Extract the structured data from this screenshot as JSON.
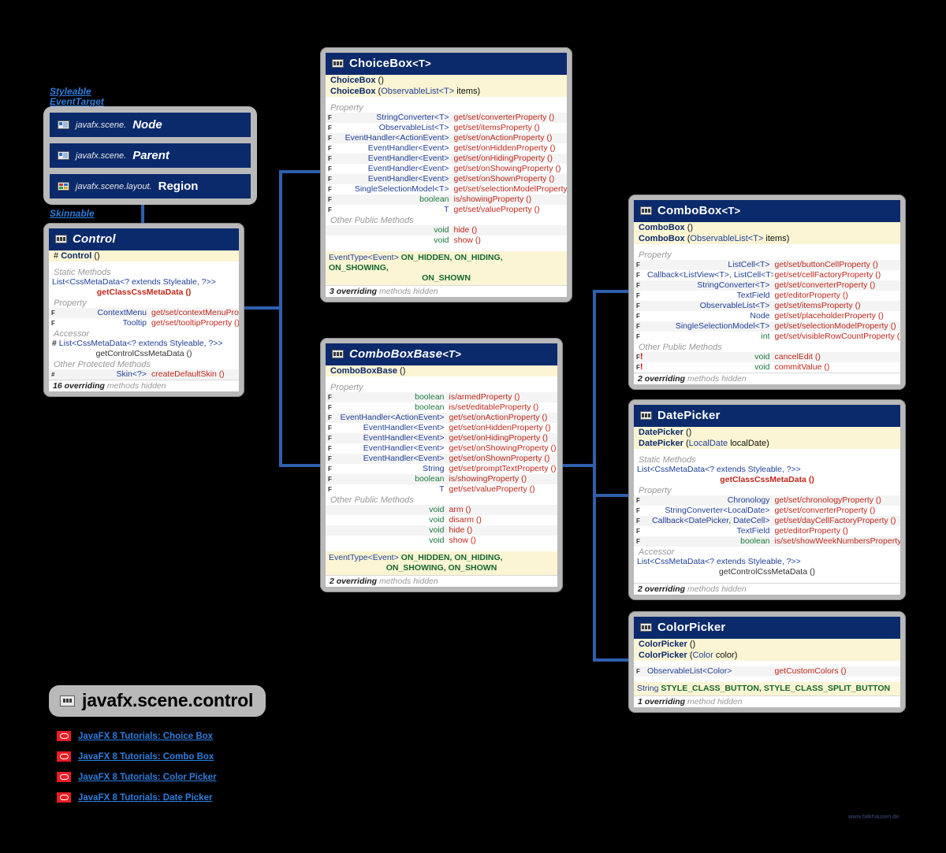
{
  "package": {
    "name": "javafx.scene.control",
    "icon": "class-icon"
  },
  "watermark": "www.falkhausen.de",
  "interfaces": [
    {
      "name": "Styleable",
      "line2": "EventTarget"
    },
    {
      "name": "Skinnable"
    }
  ],
  "inheritance_stack": [
    {
      "package": "javafx.scene.",
      "class": "Node",
      "icon": "node-icon",
      "abstract": true
    },
    {
      "package": "javafx.scene.",
      "class": "Parent",
      "icon": "node-icon",
      "abstract": true
    },
    {
      "package": "javafx.scene.layout.",
      "class": "Region",
      "icon": "region-icon",
      "abstract": false
    }
  ],
  "classes": {
    "control": {
      "title": "Control",
      "generic": "",
      "abstract": true,
      "icon": "class-icon",
      "constructors": [
        {
          "marker": "#",
          "name": "Control",
          "params": "()"
        }
      ],
      "sections": [
        {
          "label": "Static Methods",
          "type": "full",
          "rows": [
            {
              "text": "List<CssMetaData<? extends Styleable, ?>>",
              "indented": "getClassCssMetaData ()",
              "bold": true
            }
          ]
        },
        {
          "label": "Property",
          "type": "members",
          "rows": [
            {
              "mark": "F",
              "type": "ContextMenu",
              "name": "get/set/contextMenuProperty ()"
            },
            {
              "mark": "F",
              "type": "Tooltip",
              "name": "get/set/tooltipProperty ()"
            }
          ]
        },
        {
          "label": "Accessor",
          "type": "full",
          "rows": [
            {
              "hash": "#",
              "text": "List<CssMetaData<? extends Styleable, ?>>",
              "indented": "getControlCssMetaData ()",
              "bold": false
            }
          ]
        },
        {
          "label": "Other Protected Methods",
          "type": "members",
          "rows": [
            {
              "mark": "#",
              "type": "Skin<?>",
              "name": "createDefaultSkin ()"
            }
          ]
        }
      ],
      "footer_count": "16 overriding",
      "footer_text": "methods hidden"
    },
    "choicebox": {
      "title": "ChoiceBox",
      "generic": "<T>",
      "abstract": false,
      "icon": "class-icon",
      "constructors": [
        {
          "name": "ChoiceBox",
          "params": "()"
        },
        {
          "name": "ChoiceBox",
          "params_type": "ObservableList<T>",
          "params_name": "items"
        }
      ],
      "sections": [
        {
          "label": "Property",
          "type": "members",
          "rows": [
            {
              "mark": "F",
              "type": "StringConverter<T>",
              "name": "get/set/converterProperty ()"
            },
            {
              "mark": "F",
              "type": "ObservableList<T>",
              "name": "get/set/itemsProperty ()"
            },
            {
              "mark": "F",
              "type": "EventHandler<ActionEvent>",
              "name": "get/set/onActionProperty ()"
            },
            {
              "mark": "F",
              "type": "EventHandler<Event>",
              "name": "get/set/onHiddenProperty ()"
            },
            {
              "mark": "F",
              "type": "EventHandler<Event>",
              "name": "get/set/onHidingProperty ()"
            },
            {
              "mark": "F",
              "type": "EventHandler<Event>",
              "name": "get/set/onShowingProperty ()"
            },
            {
              "mark": "F",
              "type": "EventHandler<Event>",
              "name": "get/set/onShownProperty ()"
            },
            {
              "mark": "F",
              "type": "SingleSelectionModel<T>",
              "name": "get/set/selectionModelProperty ()"
            },
            {
              "mark": "F",
              "type": "boolean",
              "prim": true,
              "name": "is/showingProperty ()"
            },
            {
              "mark": "F",
              "type": "T",
              "name": "get/set/valueProperty ()"
            }
          ]
        },
        {
          "label": "Other Public Methods",
          "type": "members",
          "rows": [
            {
              "mark": "",
              "type": "void",
              "prim": true,
              "name": "hide ()"
            },
            {
              "mark": "",
              "type": "void",
              "prim": true,
              "name": "show ()"
            }
          ]
        }
      ],
      "event_type": "EventType<Event>",
      "event_values_line1": "ON_HIDDEN, ON_HIDING, ON_SHOWING,",
      "event_values_line2": "ON_SHOWN",
      "footer_count": "3 overriding",
      "footer_text": "methods hidden"
    },
    "comboboxbase": {
      "title": "ComboBoxBase",
      "generic": "<T>",
      "abstract": true,
      "icon": "class-icon",
      "constructors": [
        {
          "name": "ComboBoxBase",
          "params": "()"
        }
      ],
      "sections": [
        {
          "label": "Property",
          "type": "members",
          "rows": [
            {
              "mark": "F",
              "type": "boolean",
              "prim": true,
              "name": "is/armedProperty ()"
            },
            {
              "mark": "F",
              "type": "boolean",
              "prim": true,
              "name": "is/set/editableProperty ()"
            },
            {
              "mark": "F",
              "type": "EventHandler<ActionEvent>",
              "name": "get/set/onActionProperty ()"
            },
            {
              "mark": "F",
              "type": "EventHandler<Event>",
              "name": "get/set/onHiddenProperty ()"
            },
            {
              "mark": "F",
              "type": "EventHandler<Event>",
              "name": "get/set/onHidingProperty ()"
            },
            {
              "mark": "F",
              "type": "EventHandler<Event>",
              "name": "get/set/onShowingProperty ()"
            },
            {
              "mark": "F",
              "type": "EventHandler<Event>",
              "name": "get/set/onShownProperty ()"
            },
            {
              "mark": "F",
              "type": "String",
              "name": "get/set/promptTextProperty ()"
            },
            {
              "mark": "F",
              "type": "boolean",
              "prim": true,
              "name": "is/showingProperty ()"
            },
            {
              "mark": "F",
              "type": "T",
              "name": "get/set/valueProperty ()"
            }
          ]
        },
        {
          "label": "Other Public Methods",
          "type": "members",
          "rows": [
            {
              "mark": "",
              "type": "void",
              "prim": true,
              "name": "arm ()"
            },
            {
              "mark": "",
              "type": "void",
              "prim": true,
              "name": "disarm ()"
            },
            {
              "mark": "",
              "type": "void",
              "prim": true,
              "name": "hide ()"
            },
            {
              "mark": "",
              "type": "void",
              "prim": true,
              "name": "show ()"
            }
          ]
        }
      ],
      "event_type": "EventType<Event>",
      "event_values_line1": "ON_HIDDEN, ON_HIDING,",
      "event_values_line2": "ON_SHOWING, ON_SHOWN",
      "footer_count": "2 overriding",
      "footer_text": "methods hidden"
    },
    "combobox": {
      "title": "ComboBox",
      "generic": "<T>",
      "abstract": false,
      "icon": "class-icon",
      "constructors": [
        {
          "name": "ComboBox",
          "params": "()"
        },
        {
          "name": "ComboBox",
          "params_type": "ObservableList<T>",
          "params_name": "items"
        }
      ],
      "sections": [
        {
          "label": "Property",
          "type": "members",
          "rows": [
            {
              "mark": "F",
              "type": "ListCell<T>",
              "name": "get/set/buttonCellProperty ()"
            },
            {
              "mark": "F",
              "type": "Callback<ListView<T>, ListCell<T>>",
              "name": "get/set/cellFactoryProperty ()"
            },
            {
              "mark": "F",
              "type": "StringConverter<T>",
              "name": "get/set/converterProperty ()"
            },
            {
              "mark": "F",
              "type": "TextField",
              "name": "get/editorProperty ()"
            },
            {
              "mark": "F",
              "type": "ObservableList<T>",
              "name": "get/set/itemsProperty ()"
            },
            {
              "mark": "F",
              "type": "Node",
              "name": "get/set/placeholderProperty ()"
            },
            {
              "mark": "F",
              "type": "SingleSelectionModel<T>",
              "name": "get/set/selectionModelProperty ()"
            },
            {
              "mark": "F",
              "type": "int",
              "prim": true,
              "name": "get/set/visibleRowCountProperty ()"
            }
          ]
        },
        {
          "label": "Other Public Methods",
          "type": "members",
          "rows": [
            {
              "mark": "F",
              "excl": true,
              "type": "void",
              "prim": true,
              "name": "cancelEdit ()"
            },
            {
              "mark": "F",
              "excl": true,
              "type": "void",
              "prim": true,
              "name": "commitValue ()"
            }
          ]
        }
      ],
      "footer_count": "2 overriding",
      "footer_text": "methods hidden"
    },
    "datepicker": {
      "title": "DatePicker",
      "generic": "",
      "abstract": false,
      "icon": "class-icon",
      "constructors": [
        {
          "name": "DatePicker",
          "params": "()"
        },
        {
          "name": "DatePicker",
          "params_type": "LocalDate",
          "params_name": "localDate"
        }
      ],
      "sections": [
        {
          "label": "Static Methods",
          "type": "full",
          "rows": [
            {
              "text": "List<CssMetaData<? extends Styleable, ?>>",
              "indented": "getClassCssMetaData ()",
              "bold": true
            }
          ]
        },
        {
          "label": "Property",
          "type": "members",
          "rows": [
            {
              "mark": "F",
              "type": "Chronology",
              "name": "get/set/chronologyProperty ()"
            },
            {
              "mark": "F",
              "type": "StringConverter<LocalDate>",
              "name": "get/set/converterProperty ()"
            },
            {
              "mark": "F",
              "type": "Callback<DatePicker, DateCell>",
              "name": "get/set/dayCellFactoryProperty ()"
            },
            {
              "mark": "F",
              "type": "TextField",
              "name": "get/editorProperty ()"
            },
            {
              "mark": "F",
              "type": "boolean",
              "prim": true,
              "name": "is/set/showWeekNumbersProperty ()"
            }
          ]
        },
        {
          "label": "Accessor",
          "type": "full",
          "rows": [
            {
              "text": "List<CssMetaData<? extends Styleable, ?>>",
              "indented": "getControlCssMetaData ()",
              "bold": false
            }
          ]
        }
      ],
      "footer_count": "2 overriding",
      "footer_text": "methods hidden"
    },
    "colorpicker": {
      "title": "ColorPicker",
      "generic": "",
      "abstract": false,
      "icon": "class-icon",
      "constructors": [
        {
          "name": "ColorPicker",
          "params": "()"
        },
        {
          "name": "ColorPicker",
          "params_type": "Color",
          "params_name": "color"
        }
      ],
      "sections": [
        {
          "label": "",
          "type": "members",
          "rows": [
            {
              "mark": "F",
              "type": "ObservableList<Color>",
              "name": "getCustomColors ()"
            }
          ]
        }
      ],
      "event_type": "String",
      "event_values_line1": "STYLE_CLASS_BUTTON, STYLE_CLASS_SPLIT_BUTTON",
      "event_values_line2": "",
      "footer_count": "1 overriding",
      "footer_text": "method hidden"
    }
  },
  "links": [
    {
      "label": "JavaFX 8 Tutorials: Choice Box",
      "icon": "link-icon"
    },
    {
      "label": "JavaFX 8 Tutorials: Combo Box",
      "icon": "link-icon"
    },
    {
      "label": "JavaFX 8 Tutorials: Color Picker",
      "icon": "link-icon"
    },
    {
      "label": "JavaFX 8 Tutorials: Date Picker",
      "icon": "link-icon"
    }
  ],
  "colors": {
    "header_bg": "#0b2a6b",
    "box_border": "#b9b9b9",
    "connector": "#2f5fad",
    "type_text": "#21409a",
    "member_text": "#c0271a",
    "primitive_text": "#1a7a3c",
    "constant_text": "#14682f",
    "link_text": "#2d7ddd"
  }
}
